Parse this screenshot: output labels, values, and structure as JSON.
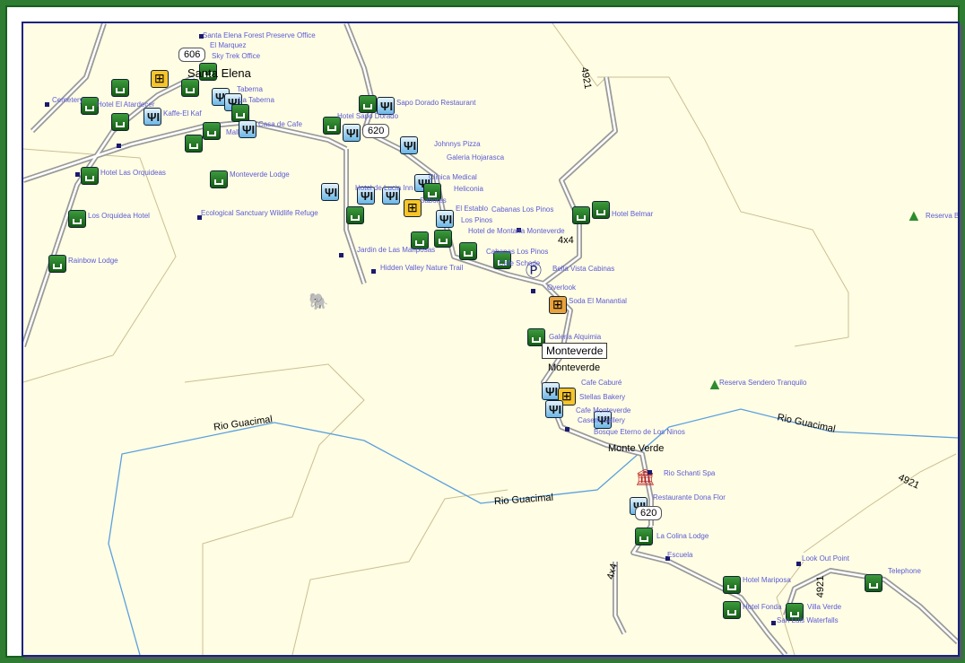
{
  "towns": {
    "santa_elena": "Santa Elena",
    "monteverde_box": "Monteverde",
    "monteverde": "Monteverde",
    "monte_verde": "Monte Verde"
  },
  "shields": [
    "606",
    "620",
    "620"
  ],
  "roads": {
    "r4921a": "4921",
    "r4921b": "4921",
    "r4921c": "4921",
    "r4x4a": "4x4",
    "r4x4b": "4x4"
  },
  "rivers": [
    "Rio Guacimal",
    "Rio Guacimal",
    "Rio Guacimal"
  ],
  "pois": [
    "Santa Elena Forest Preserve Office",
    "El Marquez",
    "Sky Trek Office",
    "Taberna",
    "La Taberna",
    "Cemetery",
    "Hotel El Atardecer",
    "Kaffe-El Kaf",
    "Casa de Cafe",
    "Mall",
    "Hotel Las Orquideas",
    "Monteverde Lodge",
    "Los Orquidea Hotel",
    "Ecological Sanctuary Wildlife Refuge",
    "Rainbow Lodge",
    "Sapo Dorado Restaurant",
    "Hotel Sapo Dorado",
    "Johnnys Pizza",
    "Galeria Hojarasca",
    "Clinica Medical",
    "Heliconia",
    "Hotel de Lucia Inn",
    "Sabores",
    "El Establo",
    "Cabanas Los Pinos",
    "Los Pinos",
    "Hotel de Montana Monteverde",
    "Jardin de Las Mariposas",
    "Hidden Valley Nature Trail",
    "Cabanas Los Pinos",
    "Cafe Schode",
    "Bella Vista Cabinas",
    "Overlook",
    "Soda El Manantial",
    "Hotel Belmar",
    "Reserva B",
    "Galeria Alquimia",
    "Cafe Caburé",
    "Stellas Bakery",
    "Cafe Monteverde",
    "Casem Gallery",
    "Bosque Eterno de Los Ninos",
    "Reserva Sendero Tranquilo",
    "Rio Schanti Spa",
    "Restaurante Dona Flor",
    "La Colina Lodge",
    "Escuela",
    "Look Out Point",
    "Telephone",
    "Hotel Mariposa",
    "Hotel Fonda",
    "Villa Verde",
    "San Luis Waterfalls"
  ],
  "colors": {
    "frame": "#2e7d32",
    "map_bg": "#fffde3",
    "river": "#5a9fe0",
    "road": "#9a9a9a",
    "label": "#5b5bd6"
  }
}
